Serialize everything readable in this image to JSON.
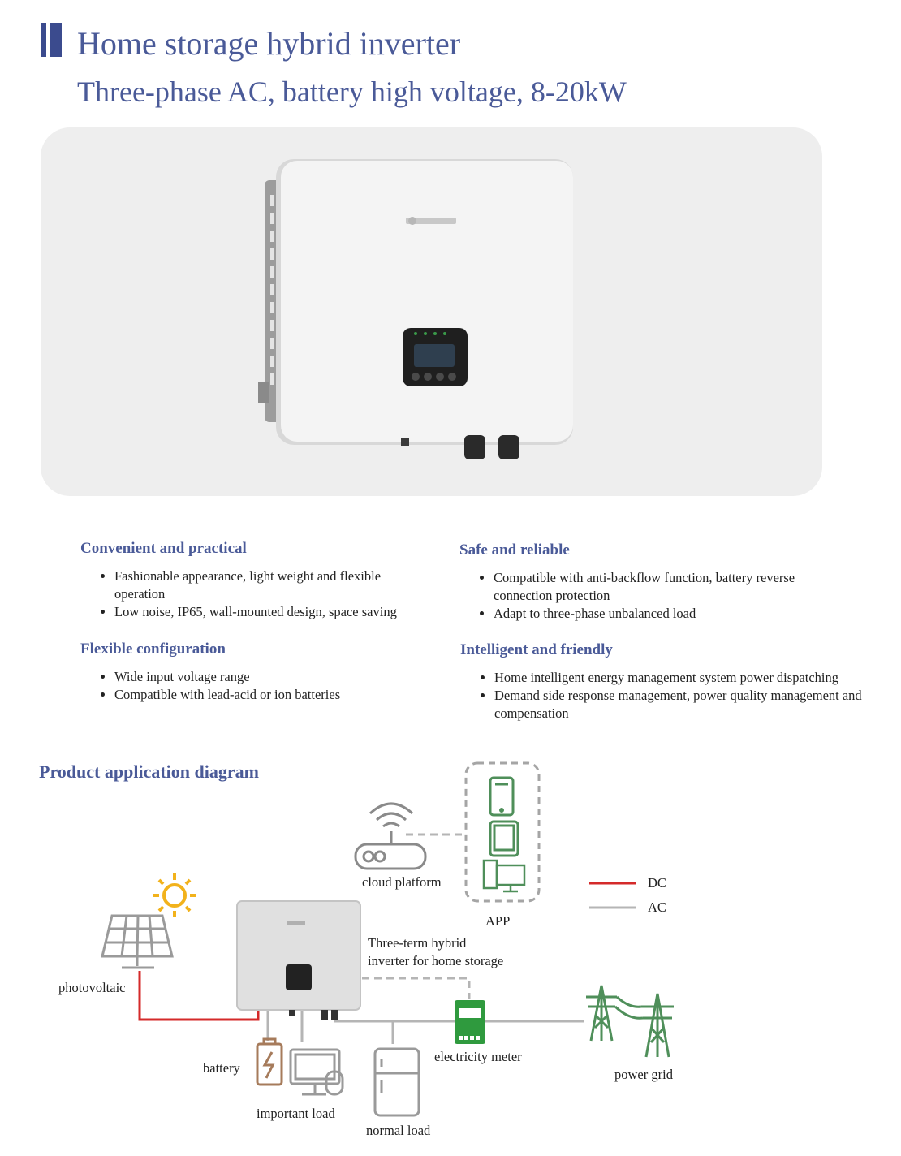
{
  "header": {
    "title": "Home storage hybrid inverter",
    "subtitle": "Three-phase AC, battery high voltage, 8-20kW"
  },
  "features": [
    {
      "heading": "Convenient and practical",
      "items": [
        "Fashionable appearance, light weight and flexible operation",
        "Low noise, IP65, wall-mounted design, space saving"
      ]
    },
    {
      "heading": "Safe and reliable",
      "items": [
        "Compatible with anti-backflow function, battery reverse connection protection",
        "Adapt to three-phase unbalanced load"
      ]
    },
    {
      "heading": "Flexible configuration",
      "items": [
        "Wide input voltage range",
        "Compatible with lead-acid or ion batteries"
      ]
    },
    {
      "heading": "Intelligent and friendly",
      "items": [
        "Home intelligent energy management system power dispatching",
        "Demand side response management, power quality management and compensation"
      ]
    }
  ],
  "diagram": {
    "title": "Product application diagram",
    "labels": {
      "cloud": "cloud platform",
      "app": "APP",
      "legend_dc": "DC",
      "legend_ac": "AC",
      "inverter_line1": "Three-term hybrid",
      "inverter_line2": "inverter for home storage",
      "photovoltaic": "photovoltaic",
      "battery": "battery",
      "important_load": "important load",
      "normal_load": "normal load",
      "meter": "electricity meter",
      "grid": "power grid"
    },
    "colors": {
      "dc": "#d42a2a",
      "ac": "#b5b5b5",
      "meter": "#2f9a3e",
      "grid_tower": "#4f8f5a",
      "sun": "#f2b21b"
    },
    "icons": [
      "sun-icon",
      "solar-panel-icon",
      "router-icon",
      "smartphone-icon",
      "tablet-icon",
      "desktop-icon",
      "battery-icon",
      "monitor-icon",
      "mouse-icon",
      "fridge-icon",
      "meter-icon",
      "tower-icon"
    ]
  }
}
